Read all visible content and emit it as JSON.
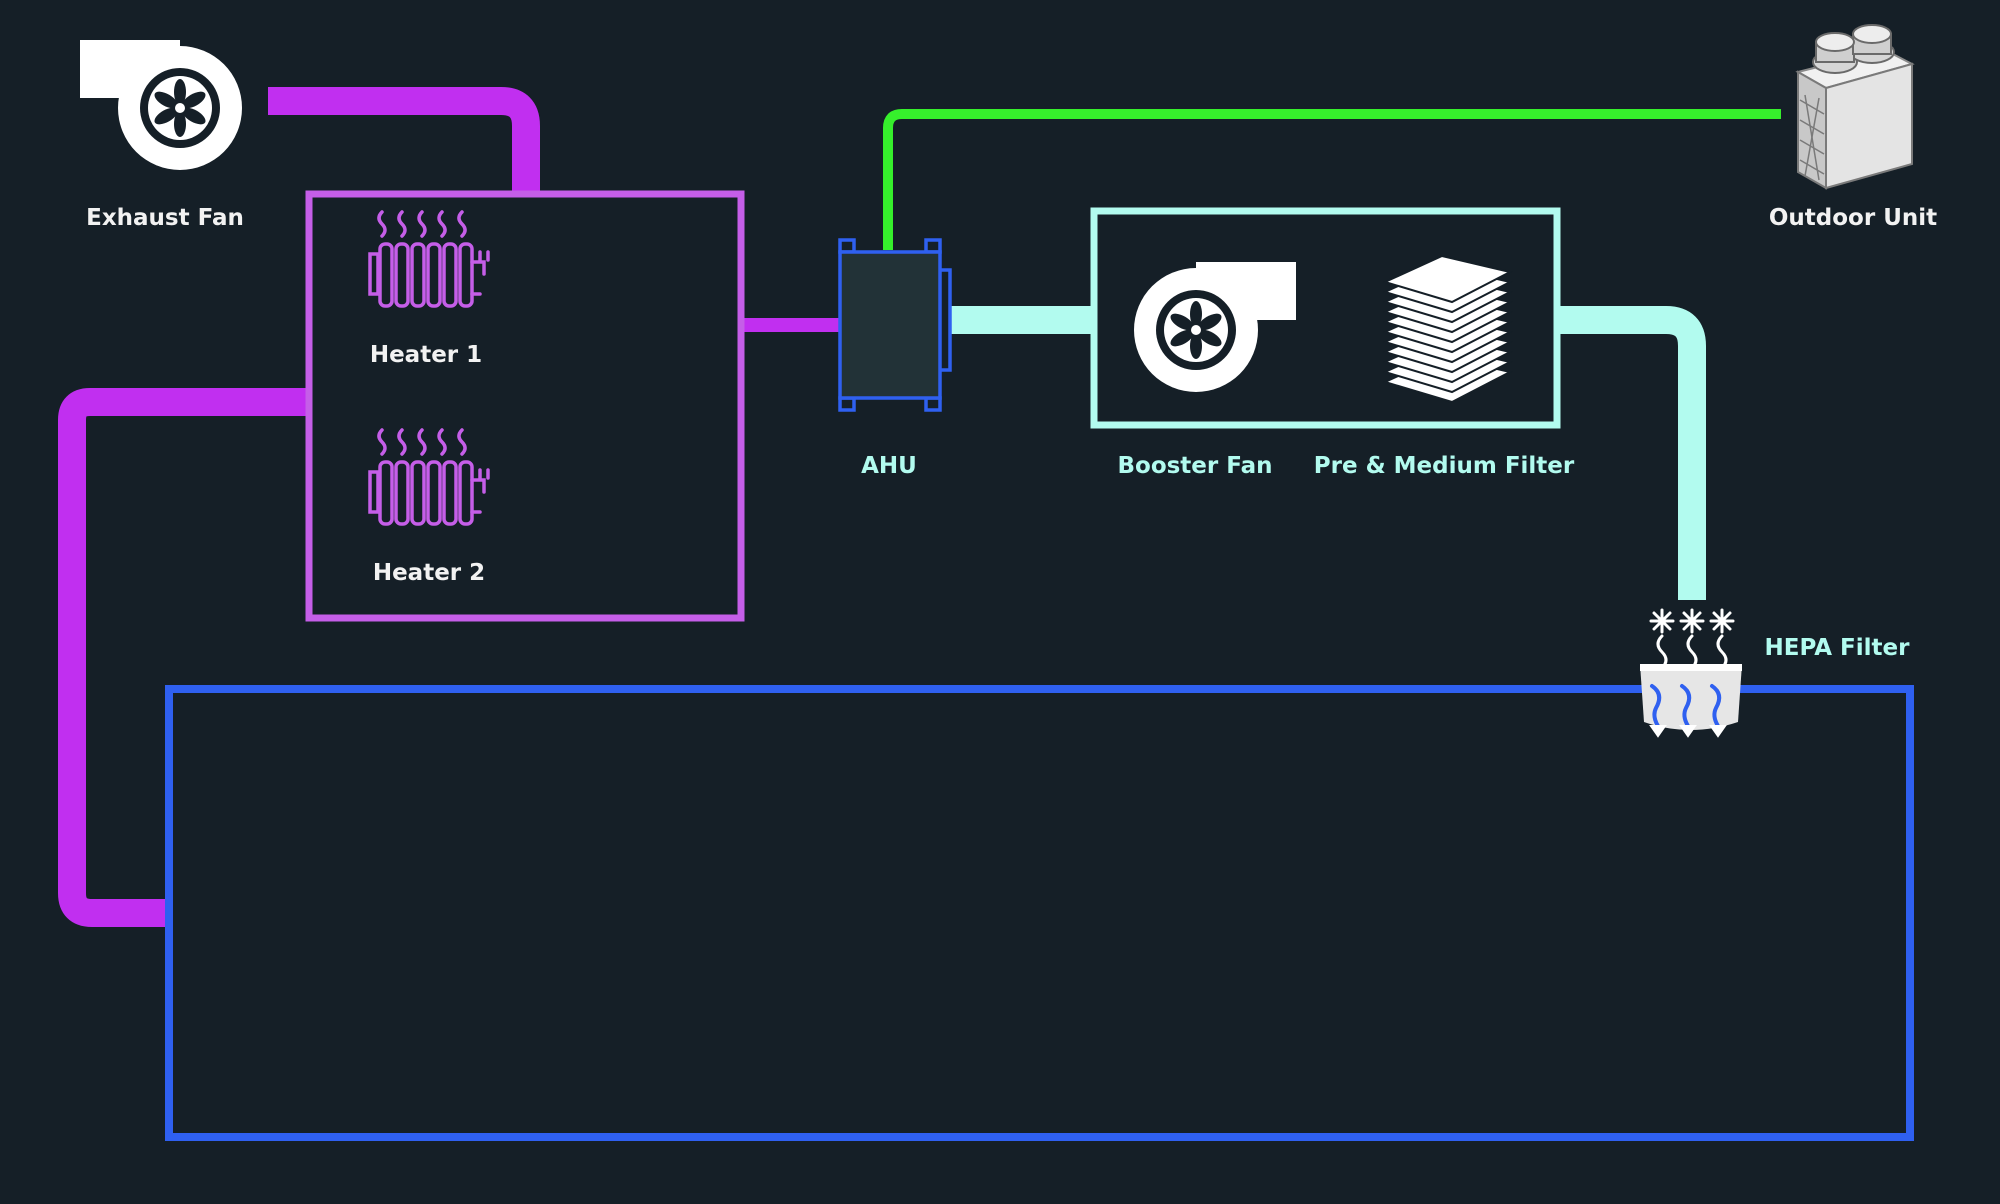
{
  "labels": {
    "exhaust_fan": "Exhaust Fan",
    "outdoor_unit": "Outdoor Unit",
    "heater_1": "Heater 1",
    "heater_2": "Heater 2",
    "ahu": "AHU",
    "booster_fan": "Booster Fan",
    "filter": "Pre & Medium Filter",
    "hepa": "HEPA Filter"
  },
  "colors": {
    "background": "#151f27",
    "exhaust_duct": "#c12ff0",
    "heater_box": "#c55ee8",
    "outdoor_pipe": "#36f02c",
    "supply_duct": "#b2fbef",
    "ahu": "#2f60f0",
    "room": "#2f60f0",
    "label_white": "#f2f2f2",
    "label_cyan": "#b2fbef"
  },
  "icons": [
    "exhaust-fan-icon",
    "outdoor-unit-icon",
    "heater-icon",
    "ahu-icon",
    "booster-fan-icon",
    "filter-stack-icon",
    "hepa-filter-icon"
  ]
}
